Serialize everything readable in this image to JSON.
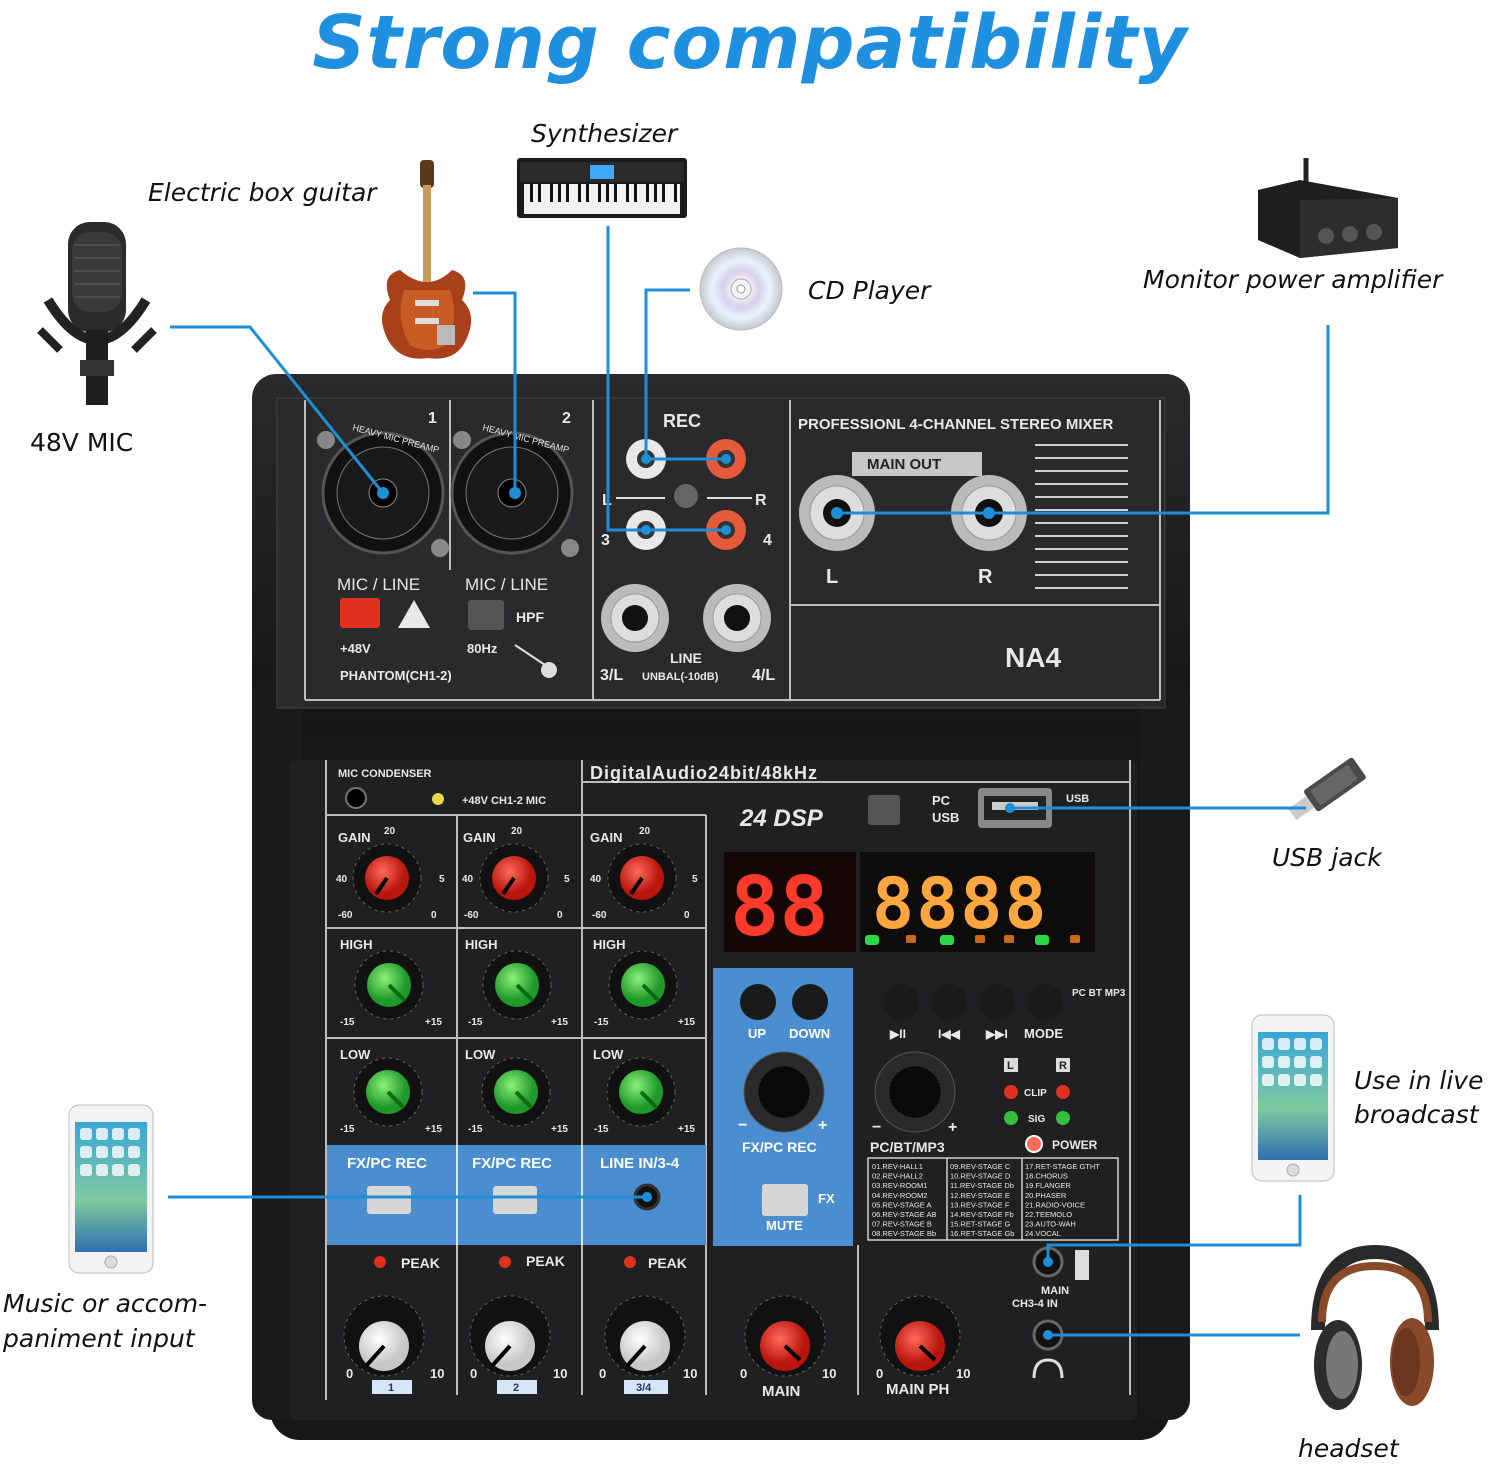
{
  "title": "Strong compatibility",
  "devices": {
    "mic": "48V MIC",
    "guitar": "Electric box guitar",
    "synth": "Synthesizer",
    "cd": "CD Player",
    "amp": "Monitor power amplifier",
    "usb": "USB jack",
    "phone_right_1": "Use in live",
    "phone_right_2": "broadcast",
    "phone_left_1": "Music or accom-",
    "phone_left_2": "paniment input",
    "headset": "headset"
  },
  "mixer": {
    "ch1": "1",
    "ch2": "2",
    "preamp": "HEAVY MIC PREAMP",
    "mic_line": "MIC / LINE",
    "plus48": "+48V",
    "phantom": "PHANTOM(CH1-2)",
    "hpf": "HPF",
    "hz80": "80Hz",
    "rec": "REC",
    "left": "L",
    "right": "R",
    "n3": "3",
    "n4": "4",
    "line": "LINE",
    "l3": "3/L",
    "l4": "4/L",
    "unbal": "UNBAL(-10dB)",
    "product_title": "PROFESSIONL 4-CHANNEL  STEREO MIXER",
    "main_out": "MAIN OUT",
    "model": "NA4",
    "mic_condenser": "MIC CONDENSER",
    "mic48": "+48V CH1-2 MIC",
    "digital": "DigitalAudio24bit/48kHz",
    "dsp": "24 DSP",
    "pc": "PC",
    "usb_sw": "USB",
    "usb_port": "USB",
    "gain": "GAIN",
    "g20": "20",
    "g40": "40",
    "g5": "5",
    "gm60": "-60",
    "g0": "0",
    "high": "HIGH",
    "low": "LOW",
    "m15": "-15",
    "p15": "+15",
    "fxpc": "FX/PC REC",
    "linein": "LINE IN/3-4",
    "peak": "PEAK",
    "zero": "0",
    "ten": "10",
    "tag1": "1",
    "tag2": "2",
    "tag34": "3/4",
    "led_red": "88",
    "led_orange": "8888",
    "up": "UP",
    "down": "DOWN",
    "fx_pc_rec": "FX/PC REC",
    "fx": "FX",
    "mute": "MUTE",
    "mode": "MODE",
    "pcbtmp3_side": "PC BT MP3",
    "play_icon": "▶II",
    "prev_icon": "I◀◀",
    "next_icon": "▶▶I",
    "pcbtmp3": "PC/BT/MP3",
    "clip": "CLIP",
    "sig": "SIG",
    "power": "POWER",
    "main": "MAIN",
    "main_ph": "MAIN PH",
    "main_sel": "MAIN",
    "ch34in": "CH3-4 IN",
    "minus": "−",
    "plus": "+",
    "effects_col1": [
      "01.REV-HALL1",
      "02.REV-HALL2",
      "03.REV-ROOM1",
      "04.REV-ROOM2",
      "05.REV-STAGE A",
      "06.REV-STAGE AB",
      "07.REV-STAGE B",
      "08.REV-STAGE Bb"
    ],
    "effects_col2": [
      "09.REV-STAGE C",
      "10.REV-STAGE D",
      "11.REV-STAGE Db",
      "12.REV-STAGE E",
      "13.REV-STAGE F",
      "14.REV-STAGE Fb",
      "15.RET-STAGE G",
      "16.RET-STAGE Gb"
    ],
    "effects_col3": [
      "17.RET-STAGE GTHT",
      "18.CHORUS",
      "19.FLANGER",
      "20.PHASER",
      "21.RADIO-VOICE",
      "22.TEEMOLO",
      "23.AUTO-WAH",
      "24.VOCAL"
    ]
  },
  "colors": {
    "accent": "#1f8fe0",
    "line": "#1c8fd6",
    "mixer_body": "#1c1c1e",
    "panel_blue": "#4a8ed0",
    "knob_red": "#d8281e",
    "knob_green": "#34c03e"
  }
}
